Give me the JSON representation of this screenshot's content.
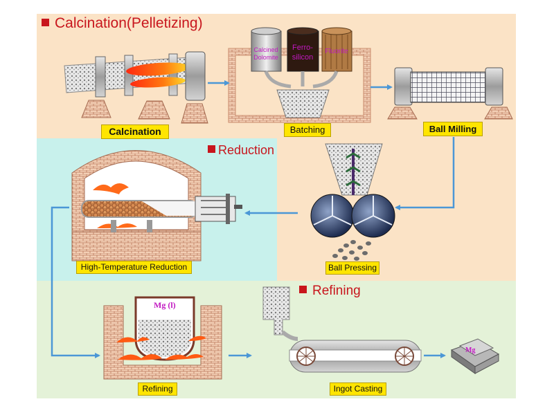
{
  "sections": {
    "calcination_title": "Calcination(Pelletizing)",
    "reduction_title": "Reduction",
    "refining_title": "Refining"
  },
  "steps": {
    "calcination": "Calcination",
    "batching": "Batching",
    "ball_milling": "Ball Milling",
    "high_temp_reduction": "High-Temperature Reduction",
    "ball_pressing": "Ball Pressing",
    "refining": "Refining",
    "ingot_casting": "Ingot Casting"
  },
  "bins": {
    "calcined_dolomite_1": "Calcined",
    "calcined_dolomite_2": "Dolomite",
    "ferrosilicon_1": "Ferro-",
    "ferrosilicon_2": "silicon",
    "fluorite": "Fluorite"
  },
  "labels": {
    "crucible": "Mg (l)",
    "ingot": "Mg"
  },
  "colors": {
    "accent_red": "#c8161d",
    "label_yellow": "#ffe500",
    "bg_peach": "#fbe3c6",
    "bg_cyan": "#c8f1ec",
    "bg_green": "#e4f2d8",
    "flow_blue": "#4b97d6",
    "brick": "#c98b6c"
  }
}
